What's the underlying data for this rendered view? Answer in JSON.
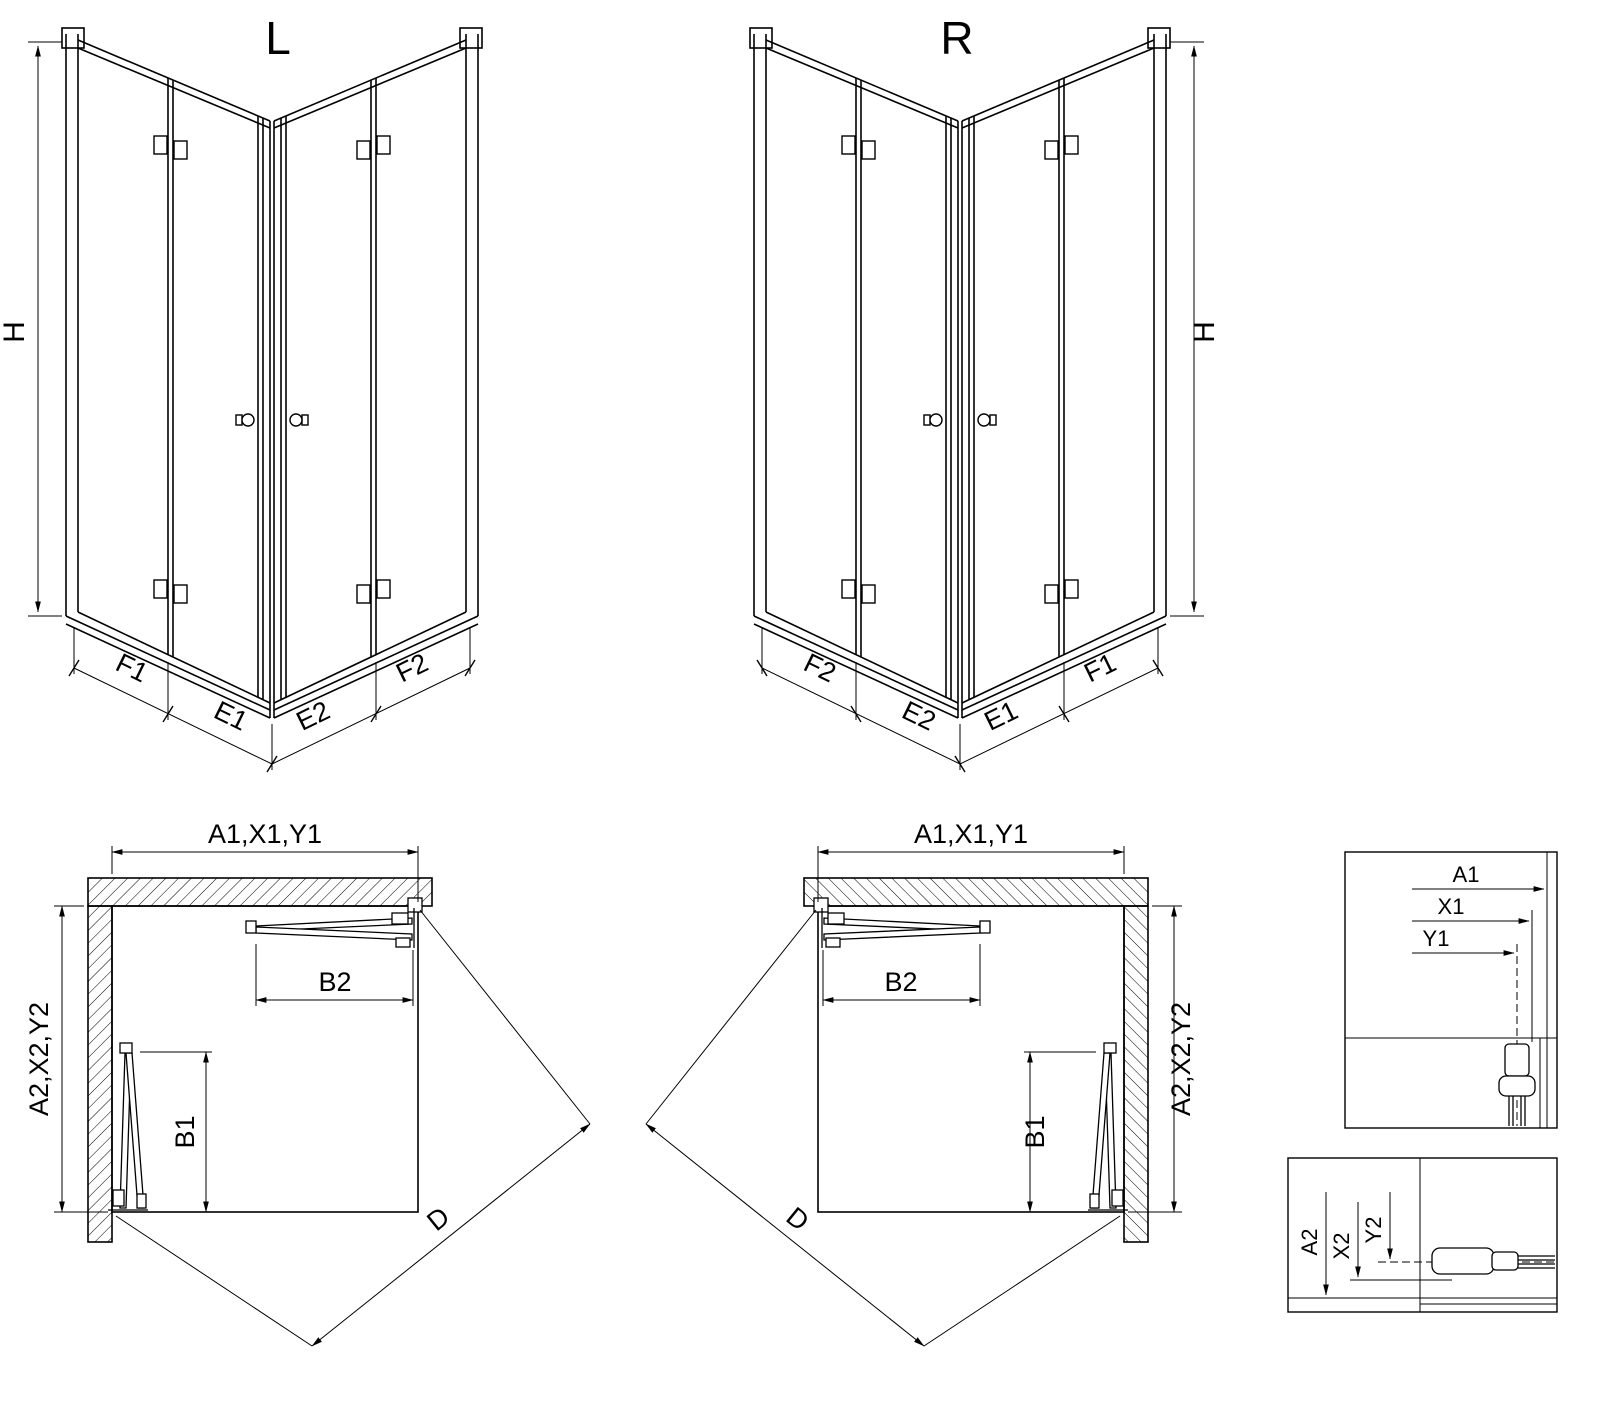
{
  "page": {
    "background": "#ffffff",
    "line_color": "#000000"
  },
  "views_3d": {
    "left": {
      "label": "L",
      "height_label": "H",
      "bottom_segments": [
        "F1",
        "E1",
        "E2",
        "F2"
      ]
    },
    "right": {
      "label": "R",
      "height_label": "H",
      "bottom_segments": [
        "F2",
        "E2",
        "E1",
        "F1"
      ]
    }
  },
  "plans": {
    "left": {
      "top_dim": "A1,X1,Y1",
      "side_dim": "A2,X2,Y2",
      "door_fold_top": "B2",
      "door_fold_side": "B1",
      "diagonal_dim": "D"
    },
    "right": {
      "top_dim": "A1,X1,Y1",
      "side_dim": "A2,X2,Y2",
      "door_fold_top": "B2",
      "door_fold_side": "B1",
      "diagonal_dim": "D"
    }
  },
  "details": {
    "horizontal_section": {
      "dims": [
        "A1",
        "X1",
        "Y1"
      ]
    },
    "vertical_section": {
      "dims": [
        "A2",
        "X2",
        "Y2"
      ]
    }
  }
}
